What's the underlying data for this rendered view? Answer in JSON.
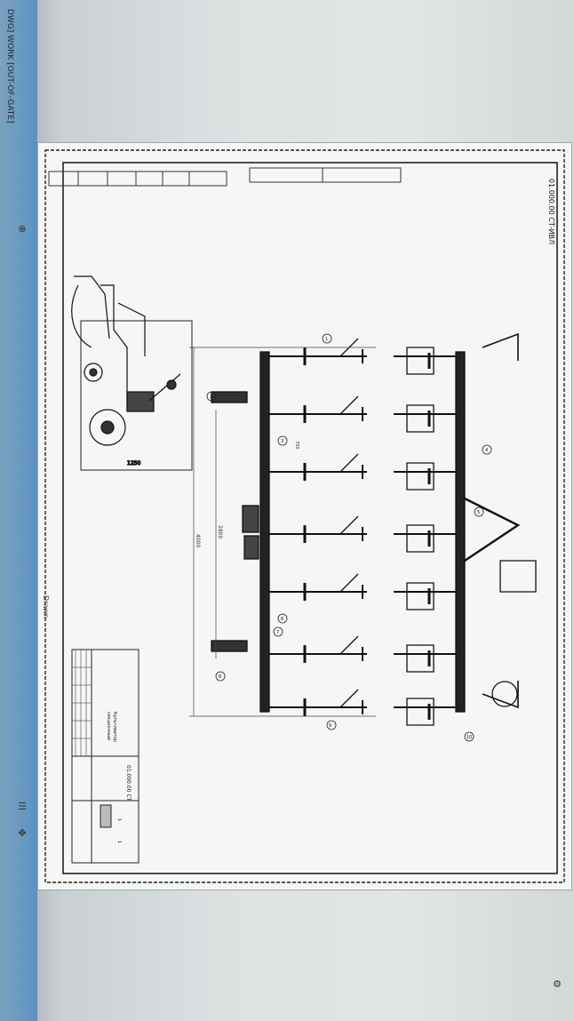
{
  "window": {
    "title": "DWG] WORK [OUT-OF-GATE]"
  },
  "ribbon": {
    "icons": [
      "pan-icon",
      "zoom-icon",
      "layer-icon",
      "measure-icon",
      "copy-icon",
      "paste-icon",
      "rotate-icon",
      "scale-icon",
      "text-icon",
      "dimension-icon",
      "block-icon",
      "hatch-icon"
    ]
  },
  "drawing": {
    "sheet_code": "01.000.00 СТ-ИВЛ",
    "balloon_labels": [
      "1",
      "2",
      "3",
      "4",
      "5",
      "6",
      "7",
      "8",
      "9",
      "10"
    ],
    "dimensions": {
      "overall_width": "4000",
      "inner_width": "2800",
      "row_spacing": "700",
      "side_view_width": "1250"
    },
    "title_block": {
      "doc_code": "01.000.00 СТ",
      "name_line1": "Культиватор",
      "name_line2": "секционный",
      "sheet": "1",
      "sheets": "1"
    },
    "status": "Drawn"
  },
  "colors": {
    "taskbar": "#2f7fc6",
    "paper": "#f6f7f5",
    "line": "#1a1a1a"
  }
}
